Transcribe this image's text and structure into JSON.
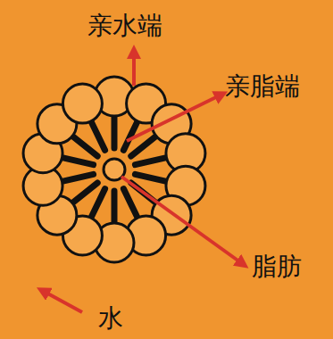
{
  "diagram": {
    "labels": [
      "亲水端",
      "亲脂端",
      "脂肪",
      "水"
    ]
  }
}
